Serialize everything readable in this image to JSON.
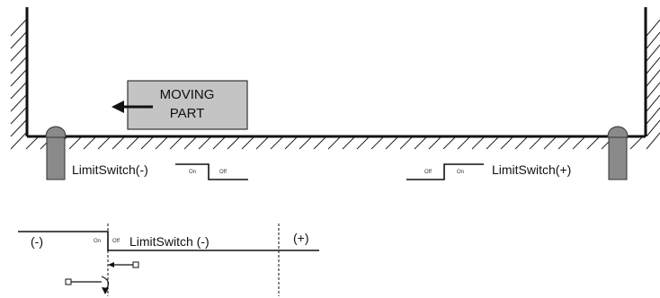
{
  "diagram": {
    "moving_part": {
      "line1": "MOVING",
      "line2": "PART"
    },
    "limit_switch_minus": {
      "label": "LimitSwitch(-)",
      "on": "On",
      "off": "Off"
    },
    "limit_switch_plus": {
      "label": "LimitSwitch(+)",
      "off": "Off",
      "on": "On"
    },
    "timing": {
      "minus_sign": "(-)",
      "plus_sign": "(+)",
      "on": "On",
      "off": "Off",
      "label": "LimitSwitch (-)"
    }
  },
  "colors": {
    "line": "#111111",
    "part_fill": "#c4c4c4",
    "sensor_fill": "#8a8a8a",
    "hatch": "#222222"
  }
}
